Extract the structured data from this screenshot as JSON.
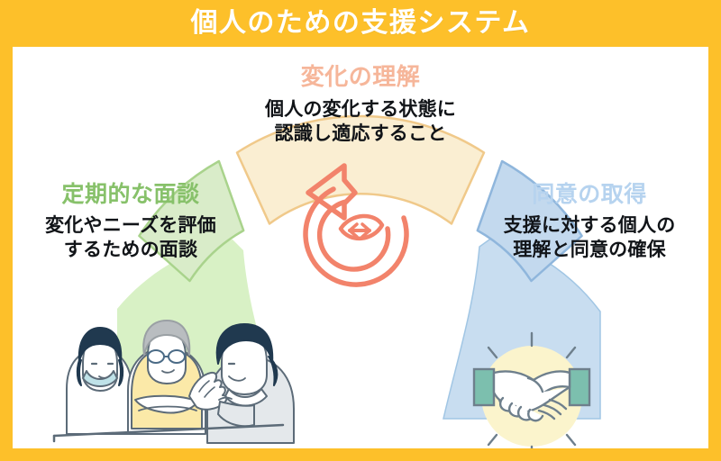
{
  "poster": {
    "title": "個人のための支援システム",
    "frame_color": "#fdc02a",
    "card_background": "#ffffff"
  },
  "sections": {
    "center": {
      "heading": "変化の理解",
      "heading_color": "#f6b69a",
      "body_line1": "個人の変化する状態に",
      "body_line2": "認識し適応すること",
      "segment_fill": "#faeed2",
      "segment_stroke": "#f0c98a",
      "icon": "refresh-arrow-icon",
      "icon_color": "#f2836b"
    },
    "left": {
      "heading": "定期的な面談",
      "heading_color": "#87c16a",
      "body_line1": "変化やニーズを評価",
      "body_line2": "するための面談",
      "segment_fill": "#d9ecc9",
      "segment_stroke": "#a9d38c",
      "panel_fill": "#d6f0c2",
      "icon": "meeting-people-illustration"
    },
    "right": {
      "heading": "同意の取得",
      "heading_color": "#b6d3ef",
      "body_line1": "支援に対する個人の",
      "body_line2": "理解と同意の確保",
      "segment_fill": "#c3d9ee",
      "segment_stroke": "#8fb6dc",
      "panel_fill": "#c6dcf0",
      "icon": "handshake-icon",
      "icon_glow_color": "#fbf4cc",
      "icon_sleeve_color": "#7cbfae"
    }
  }
}
